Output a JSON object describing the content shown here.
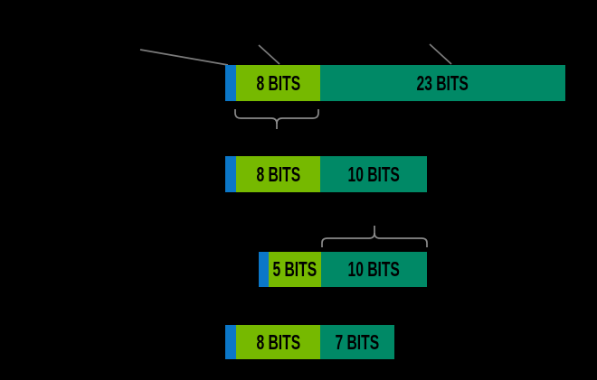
{
  "diagram": {
    "background": "#000000",
    "colors": {
      "sign_bit": "#0B77C8",
      "exponent": "#76B900",
      "mantissa": "#008966",
      "callout": "#8A8A8A",
      "label_text": "#000000"
    },
    "rows": [
      {
        "exponent_label": "8 BITS",
        "mantissa_label": "23 BITS"
      },
      {
        "exponent_label": "8 BITS",
        "mantissa_label": "10 BITS"
      },
      {
        "exponent_label": "5 BITS",
        "mantissa_label": "10 BITS"
      },
      {
        "exponent_label": "8 BITS",
        "mantissa_label": "7 BITS"
      }
    ]
  }
}
